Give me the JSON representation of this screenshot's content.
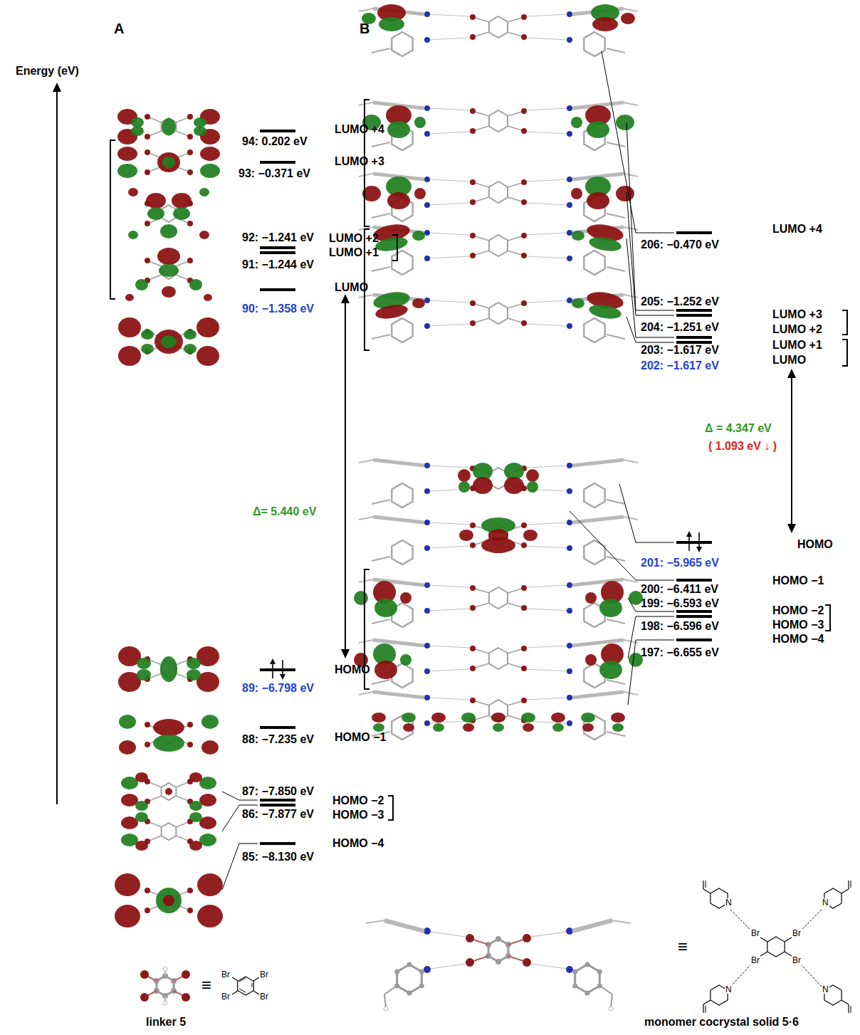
{
  "diagram": {
    "labels": [
      "A",
      "B",
      "Energy (eV)",
      "LUMO +4",
      "94: 0.202 eV",
      "LUMO +3",
      "93: −0.371 eV",
      "92: −1.241 eV",
      "LUMO +2",
      "LUMO +1",
      "91: −1.244 eV",
      "LUMO",
      "90: −1.358 eV",
      "Δ= 5.440 eV",
      "HOMO",
      "89: −6.798 eV",
      "HOMO −1",
      "88: −7.235 eV",
      "87: −7.850 eV",
      "HOMO −2",
      "HOMO −3",
      "86: −7.877 eV",
      "HOMO −4",
      "85: −8.130 eV",
      "≡",
      "Br",
      "Br",
      "Br",
      "Br",
      "linker 5",
      "206: −0.470 eV",
      "LUMO +4",
      "205: −1.252 eV",
      "LUMO +3",
      "LUMO +2",
      "204: −1.251 eV",
      "203: −1.617 eV",
      "LUMO +1",
      "LUMO",
      "202: −1.617 eV",
      "Δ = 4.347 eV",
      "( 1.093 eV ↓ )",
      "HOMO",
      "201: −5.965 eV",
      "200: −6.411 eV",
      "HOMO −1",
      "199: −6.593 eV",
      "HOMO −2",
      "HOMO −3",
      "198: −6.596 eV",
      "HOMO −4",
      "197: −6.655 eV",
      "≡",
      "N",
      "N",
      "Br",
      "Br",
      "Br",
      "Br",
      "N",
      "N",
      "monomer cocrystal solid 5·6"
    ]
  }
}
